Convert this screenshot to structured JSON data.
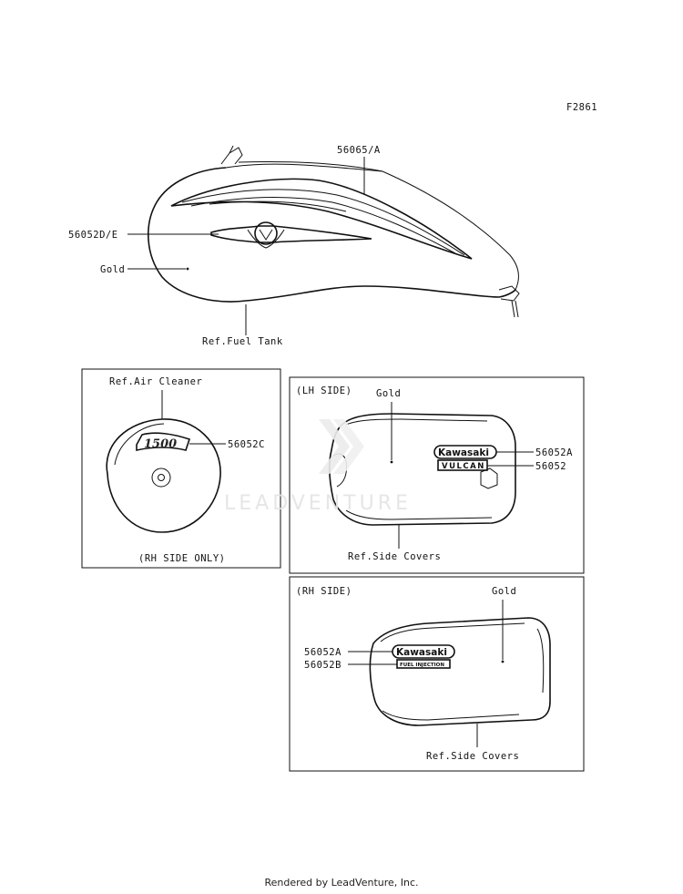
{
  "figure_id": "F2861",
  "tank": {
    "stripe_part": "56065/A",
    "emblem_part": "56052D/E",
    "color": "Gold",
    "ref": "Ref.Fuel Tank"
  },
  "air_cleaner": {
    "ref": "Ref.Air Cleaner",
    "badge_text": "1500",
    "part": "56052C",
    "note": "(RH SIDE ONLY)"
  },
  "lh_side": {
    "title": "(LH SIDE)",
    "color": "Gold",
    "part_a": "56052A",
    "part_b": "56052",
    "badge_brand": "Kawasaki",
    "badge_model": "VULCAN",
    "ref": "Ref.Side Covers"
  },
  "rh_side": {
    "title": "(RH SIDE)",
    "color": "Gold",
    "part_a": "56052A",
    "part_b": "56052B",
    "badge_brand": "Kawasaki",
    "badge_model": "FUEL INJECTION",
    "ref": "Ref.Side Covers"
  },
  "watermark": "LEADVENTURE",
  "footer": "Rendered by LeadVenture, Inc."
}
